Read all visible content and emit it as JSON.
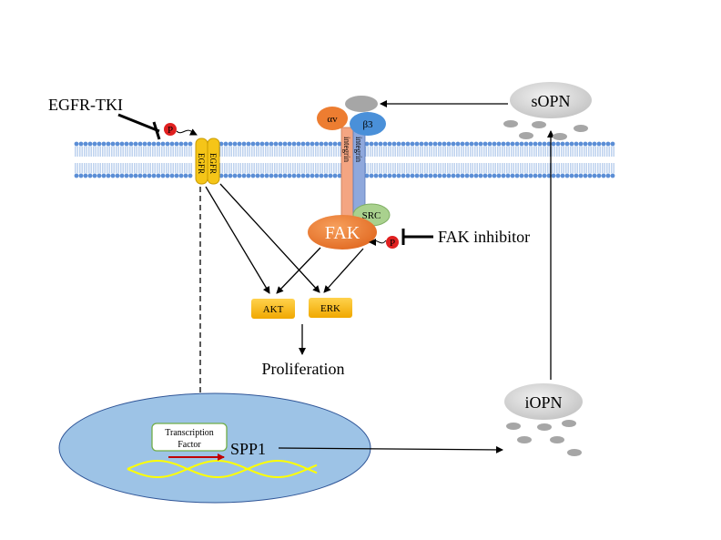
{
  "labels": {
    "egfr_tki": "EGFR-TKI",
    "phospho_1": "P",
    "phospho_2": "P",
    "egfr_left": "EGFR",
    "egfr_right": "EGFR",
    "alpha_v": "αv",
    "beta_3": "β3",
    "integrin_left": "integrin",
    "integrin_right": "integrin",
    "src": "SRC",
    "fak": "FAK",
    "fak_inhibitor": "FAK inhibitor",
    "akt": "AKT",
    "erk": "ERK",
    "proliferation": "Proliferation",
    "transcription_line1": "Transcription",
    "transcription_line2": "Factor",
    "spp1": "SPP1",
    "sopn": "sOPN",
    "iopn": "iOPN"
  },
  "colors": {
    "membrane": "#5b8ed6",
    "egfr": "#f5c518",
    "fak": "#ed7d31",
    "alpha_v": "#ed7d31",
    "beta_3": "#4a90d9",
    "integrin_left": "#f4a582",
    "integrin_right": "#8fa8dc",
    "src": "#a9d18e",
    "kinase_box": "#ffc000",
    "phospho": "#e02020",
    "nucleus": "#9dc3e6",
    "opn": "#a6a6a6",
    "dna": "#ffff00"
  }
}
